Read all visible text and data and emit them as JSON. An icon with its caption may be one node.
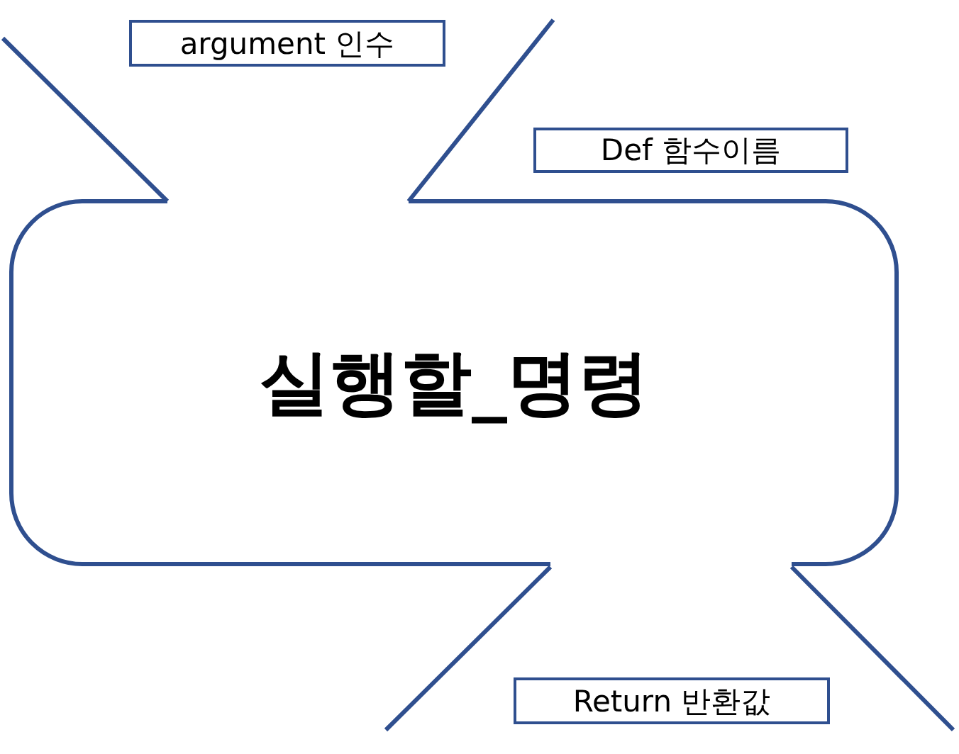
{
  "diagram": {
    "nodes": [
      {
        "text": [
          "argument 인수"
        ]
      },
      {
        "text": [
          "Def 함수이름"
        ]
      },
      {
        "text": [
          "실행할_명령"
        ]
      },
      {
        "text": [
          "Return 반환값"
        ]
      }
    ]
  }
}
